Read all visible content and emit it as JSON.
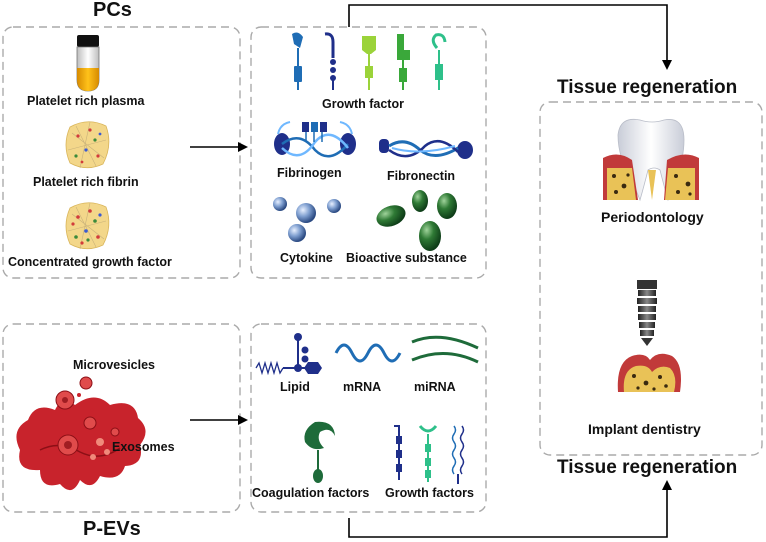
{
  "pcs": {
    "title": "PCs",
    "items": [
      "Platelet rich plasma",
      "Platelet rich fibrin",
      "Concentrated growth factor"
    ]
  },
  "pcs_components": {
    "growth_factor": "Growth factor",
    "fibrinogen": "Fibrinogen",
    "fibronectin": "Fibronectin",
    "cytokine": "Cytokine",
    "bioactive": "Bioactive substance"
  },
  "pevs": {
    "title": "P-EVs",
    "microvesicles": "Microvesicles",
    "exosomes": "Exosomes"
  },
  "pevs_components": {
    "lipid": "Lipid",
    "mrna": "mRNA",
    "mirna": "miRNA",
    "coagulation": "Coagulation factors",
    "growth_factors": "Growth factors"
  },
  "outcome": {
    "title_top": "Tissue regeneration",
    "title_bottom": "Tissue regeneration",
    "periodontology": "Periodontology",
    "implant": "Implant dentistry"
  },
  "colors": {
    "box_border": "#aaaaaa",
    "arrow": "#000000",
    "blue_dark": "#1f2f8a",
    "blue_mid": "#1f6db5",
    "green": "#6ac23a",
    "red_ev": "#c8232c",
    "green_dark": "#1e6b3a"
  }
}
